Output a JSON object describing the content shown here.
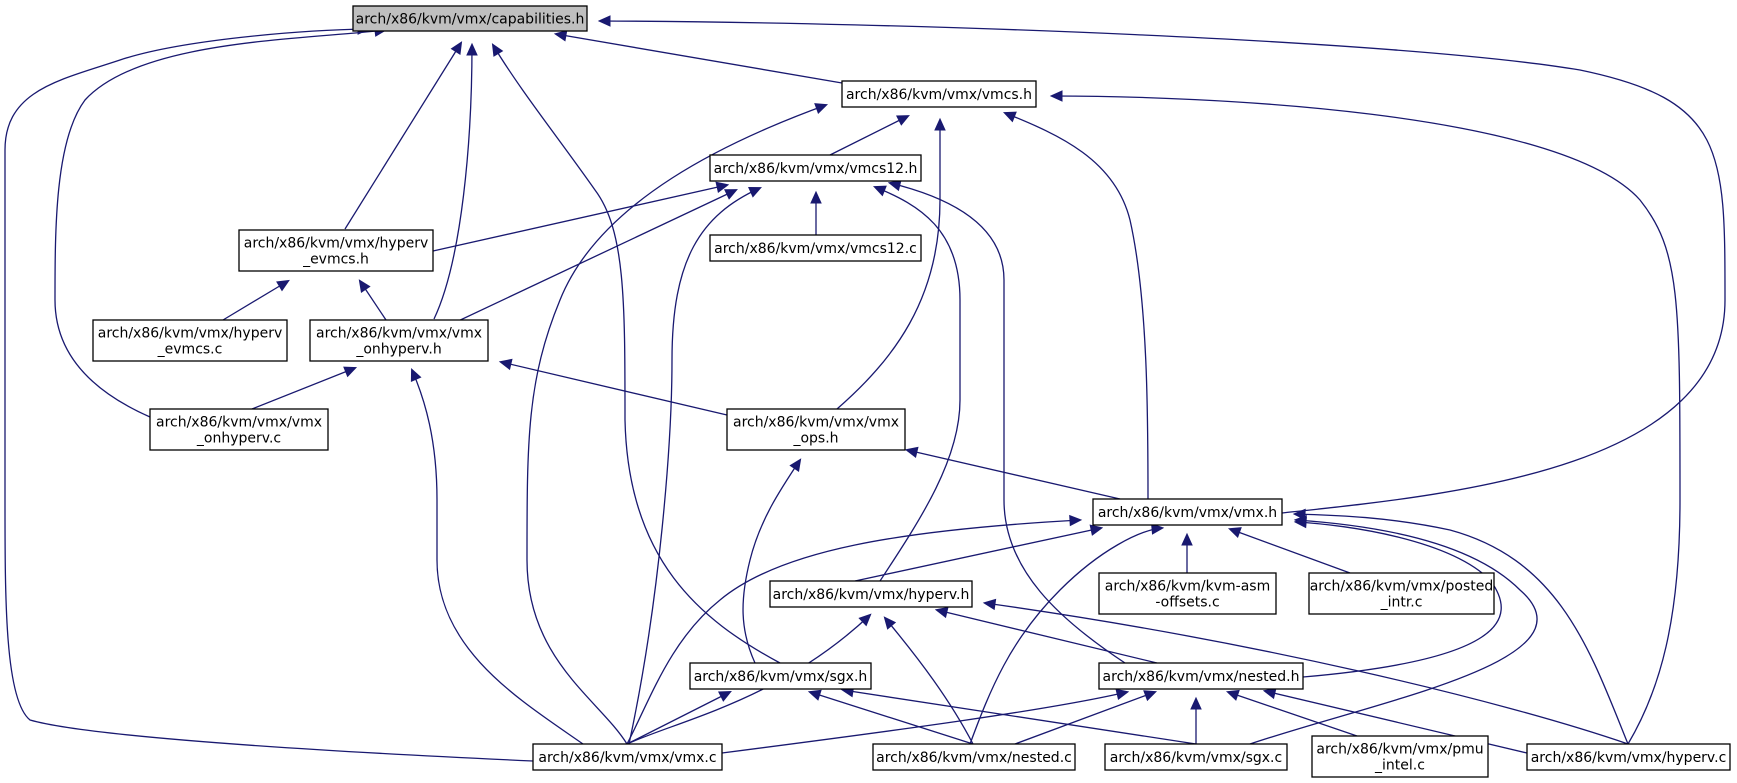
{
  "diagram": {
    "type": "include-dependency-graph",
    "colors": {
      "edge": "#191970",
      "root_fill": "#bfbfbf",
      "node_fill": "#ffffff",
      "node_border": "#000000"
    },
    "nodes": [
      {
        "id": "capabilities_h",
        "lines": [
          "arch/x86/kvm/vmx/capabilities.h"
        ],
        "root": true
      },
      {
        "id": "vmcs_h",
        "lines": [
          "arch/x86/kvm/vmx/vmcs.h"
        ]
      },
      {
        "id": "vmcs12_h",
        "lines": [
          "arch/x86/kvm/vmx/vmcs12.h"
        ]
      },
      {
        "id": "vmcs12_c",
        "lines": [
          "arch/x86/kvm/vmx/vmcs12.c"
        ]
      },
      {
        "id": "hyperv_evmcs_h",
        "lines": [
          "arch/x86/kvm/vmx/hyperv",
          "_evmcs.h"
        ]
      },
      {
        "id": "hyperv_evmcs_c",
        "lines": [
          "arch/x86/kvm/vmx/hyperv",
          "_evmcs.c"
        ]
      },
      {
        "id": "vmx_onhyperv_h",
        "lines": [
          "arch/x86/kvm/vmx/vmx",
          "_onhyperv.h"
        ]
      },
      {
        "id": "vmx_onhyperv_c",
        "lines": [
          "arch/x86/kvm/vmx/vmx",
          "_onhyperv.c"
        ]
      },
      {
        "id": "vmx_ops_h",
        "lines": [
          "arch/x86/kvm/vmx/vmx",
          "_ops.h"
        ]
      },
      {
        "id": "vmx_h",
        "lines": [
          "arch/x86/kvm/vmx/vmx.h"
        ]
      },
      {
        "id": "hyperv_h",
        "lines": [
          "arch/x86/kvm/vmx/hyperv.h"
        ]
      },
      {
        "id": "kvm_asm_offsets_c",
        "lines": [
          "arch/x86/kvm/kvm-asm",
          "-offsets.c"
        ]
      },
      {
        "id": "posted_intr_c",
        "lines": [
          "arch/x86/kvm/vmx/posted",
          "_intr.c"
        ]
      },
      {
        "id": "sgx_h",
        "lines": [
          "arch/x86/kvm/vmx/sgx.h"
        ]
      },
      {
        "id": "nested_h",
        "lines": [
          "arch/x86/kvm/vmx/nested.h"
        ]
      },
      {
        "id": "vmx_c",
        "lines": [
          "arch/x86/kvm/vmx/vmx.c"
        ]
      },
      {
        "id": "nested_c",
        "lines": [
          "arch/x86/kvm/vmx/nested.c"
        ]
      },
      {
        "id": "sgx_c",
        "lines": [
          "arch/x86/kvm/vmx/sgx.c"
        ]
      },
      {
        "id": "pmu_intel_c",
        "lines": [
          "arch/x86/kvm/vmx/pmu",
          "_intel.c"
        ]
      },
      {
        "id": "hyperv_c",
        "lines": [
          "arch/x86/kvm/vmx/hyperv.c"
        ]
      }
    ]
  }
}
